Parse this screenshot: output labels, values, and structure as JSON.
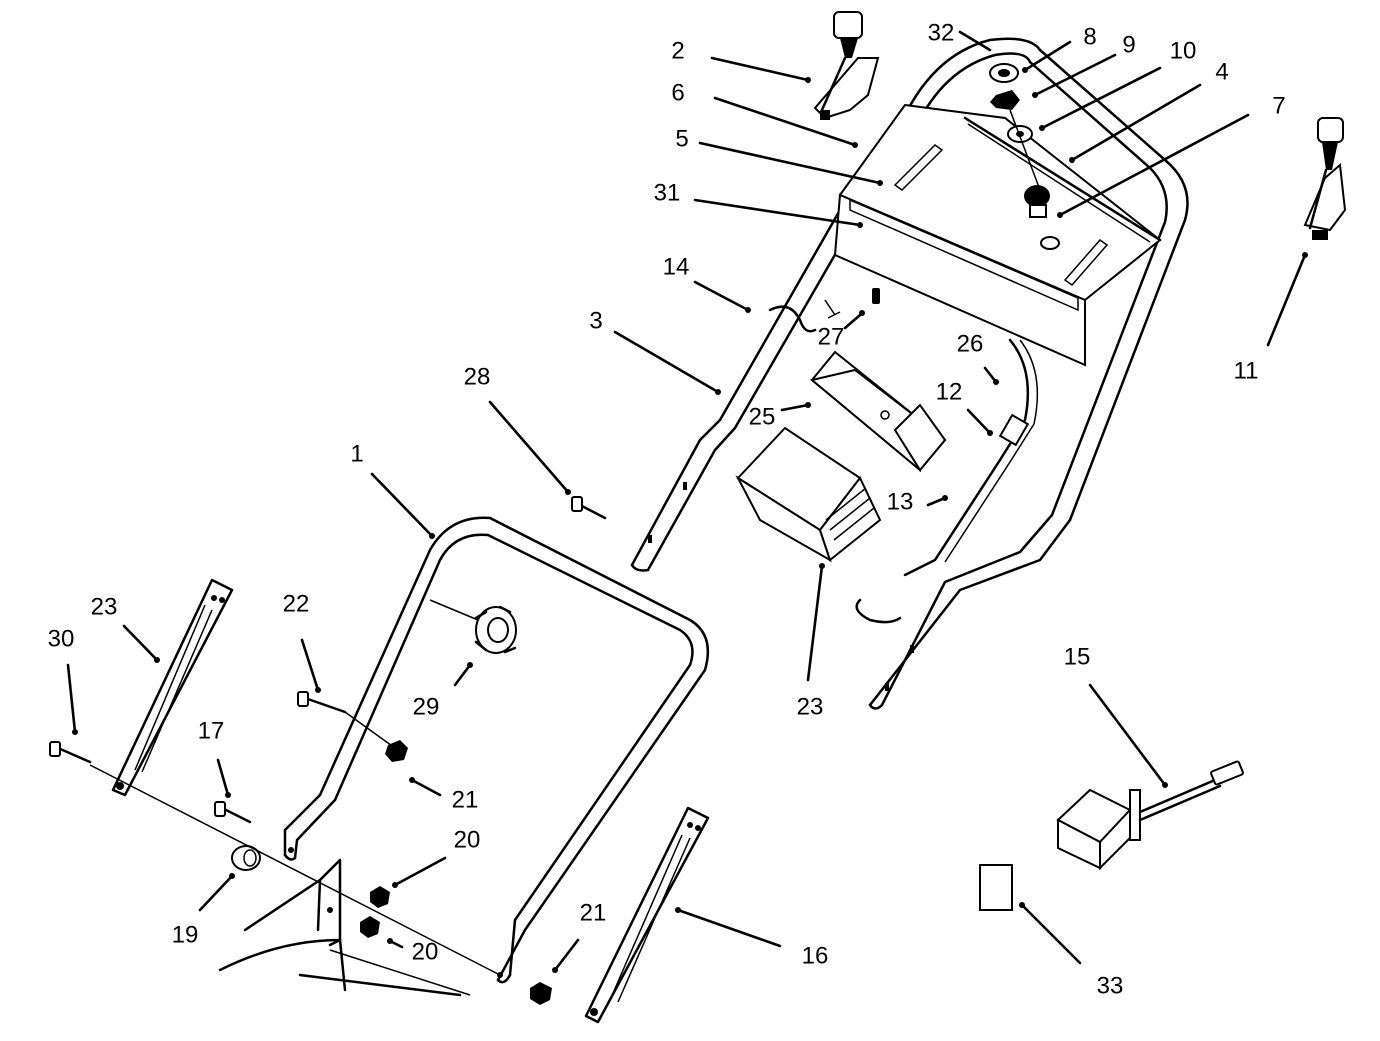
{
  "diagram": {
    "callouts": [
      {
        "key": "c1",
        "text": "1"
      },
      {
        "key": "c2",
        "text": "2"
      },
      {
        "key": "c3",
        "text": "3"
      },
      {
        "key": "c4",
        "text": "4"
      },
      {
        "key": "c5",
        "text": "5"
      },
      {
        "key": "c6",
        "text": "6"
      },
      {
        "key": "c7",
        "text": "7"
      },
      {
        "key": "c8",
        "text": "8"
      },
      {
        "key": "c9",
        "text": "9"
      },
      {
        "key": "c10",
        "text": "10"
      },
      {
        "key": "c11",
        "text": "11"
      },
      {
        "key": "c12",
        "text": "12"
      },
      {
        "key": "c13",
        "text": "13"
      },
      {
        "key": "c14",
        "text": "14"
      },
      {
        "key": "c15",
        "text": "15"
      },
      {
        "key": "c16",
        "text": "16"
      },
      {
        "key": "c17",
        "text": "17"
      },
      {
        "key": "c19",
        "text": "19"
      },
      {
        "key": "c20a",
        "text": "20"
      },
      {
        "key": "c20b",
        "text": "20"
      },
      {
        "key": "c21a",
        "text": "21"
      },
      {
        "key": "c21b",
        "text": "21"
      },
      {
        "key": "c22",
        "text": "22"
      },
      {
        "key": "c23a",
        "text": "23"
      },
      {
        "key": "c23b",
        "text": "23"
      },
      {
        "key": "c25",
        "text": "25"
      },
      {
        "key": "c26",
        "text": "26"
      },
      {
        "key": "c27",
        "text": "27"
      },
      {
        "key": "c28",
        "text": "28"
      },
      {
        "key": "c29",
        "text": "29"
      },
      {
        "key": "c30",
        "text": "30"
      },
      {
        "key": "c31",
        "text": "31"
      },
      {
        "key": "c32",
        "text": "32"
      },
      {
        "key": "c33",
        "text": "33"
      }
    ]
  }
}
